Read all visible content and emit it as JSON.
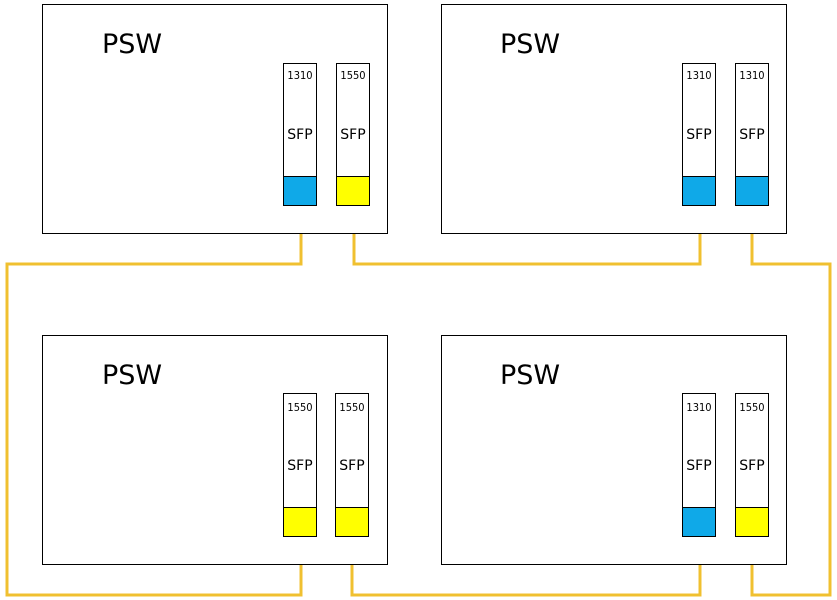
{
  "colors": {
    "cable": "#f0c030",
    "port_1310": "#0fa9e8",
    "port_1550": "#ffff00"
  },
  "switches": [
    {
      "label": "PSW",
      "modules": [
        {
          "wavelength": "1310",
          "type": "SFP",
          "port": "1310"
        },
        {
          "wavelength": "1550",
          "type": "SFP",
          "port": "1550"
        }
      ]
    },
    {
      "label": "PSW",
      "modules": [
        {
          "wavelength": "1310",
          "type": "SFP",
          "port": "1310"
        },
        {
          "wavelength": "1310",
          "type": "SFP",
          "port": "1310"
        }
      ]
    },
    {
      "label": "PSW",
      "modules": [
        {
          "wavelength": "1550",
          "type": "SFP",
          "port": "1550"
        },
        {
          "wavelength": "1550",
          "type": "SFP",
          "port": "1550"
        }
      ]
    },
    {
      "label": "PSW",
      "modules": [
        {
          "wavelength": "1310",
          "type": "SFP",
          "port": "1310"
        },
        {
          "wavelength": "1550",
          "type": "SFP",
          "port": "1550"
        }
      ]
    }
  ],
  "links": [
    {
      "from": "switch-1-module-1",
      "to": "switch-3-module-1"
    },
    {
      "from": "switch-1-module-2",
      "to": "switch-2-module-1"
    },
    {
      "from": "switch-2-module-2",
      "to": "switch-4-module-2"
    },
    {
      "from": "switch-3-module-2",
      "to": "switch-4-module-1"
    }
  ]
}
